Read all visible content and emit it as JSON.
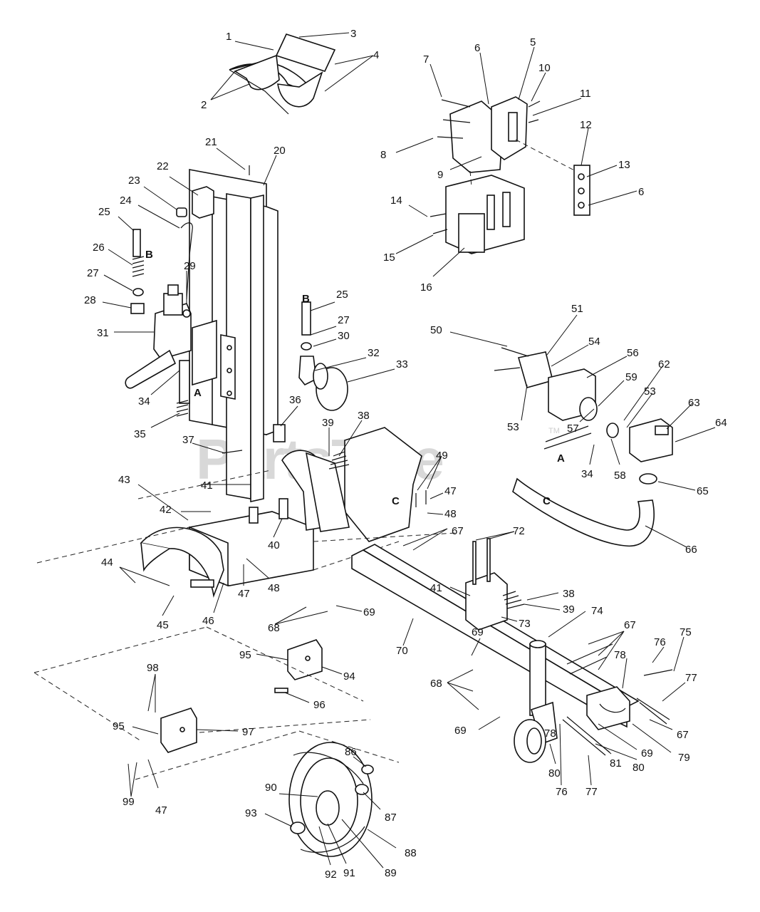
{
  "watermark": {
    "text": "PartsTree",
    "tm": "TM"
  },
  "section_letters": [
    "A",
    "B",
    "C"
  ],
  "callouts": [
    "1",
    "2",
    "3",
    "4",
    "5",
    "6",
    "7",
    "8",
    "9",
    "10",
    "11",
    "12",
    "13",
    "14",
    "15",
    "16",
    "20",
    "21",
    "22",
    "23",
    "24",
    "25",
    "26",
    "27",
    "28",
    "29",
    "30",
    "31",
    "32",
    "33",
    "34",
    "35",
    "36",
    "37",
    "38",
    "39",
    "40",
    "41",
    "42",
    "43",
    "44",
    "45",
    "46",
    "47",
    "48",
    "49",
    "50",
    "51",
    "53",
    "54",
    "56",
    "57",
    "58",
    "59",
    "62",
    "63",
    "64",
    "65",
    "66",
    "67",
    "68",
    "69",
    "70",
    "72",
    "73",
    "74",
    "75",
    "76",
    "77",
    "78",
    "79",
    "80",
    "81",
    "86",
    "87",
    "88",
    "89",
    "90",
    "91",
    "92",
    "93",
    "94",
    "95",
    "96",
    "97",
    "98",
    "99"
  ]
}
